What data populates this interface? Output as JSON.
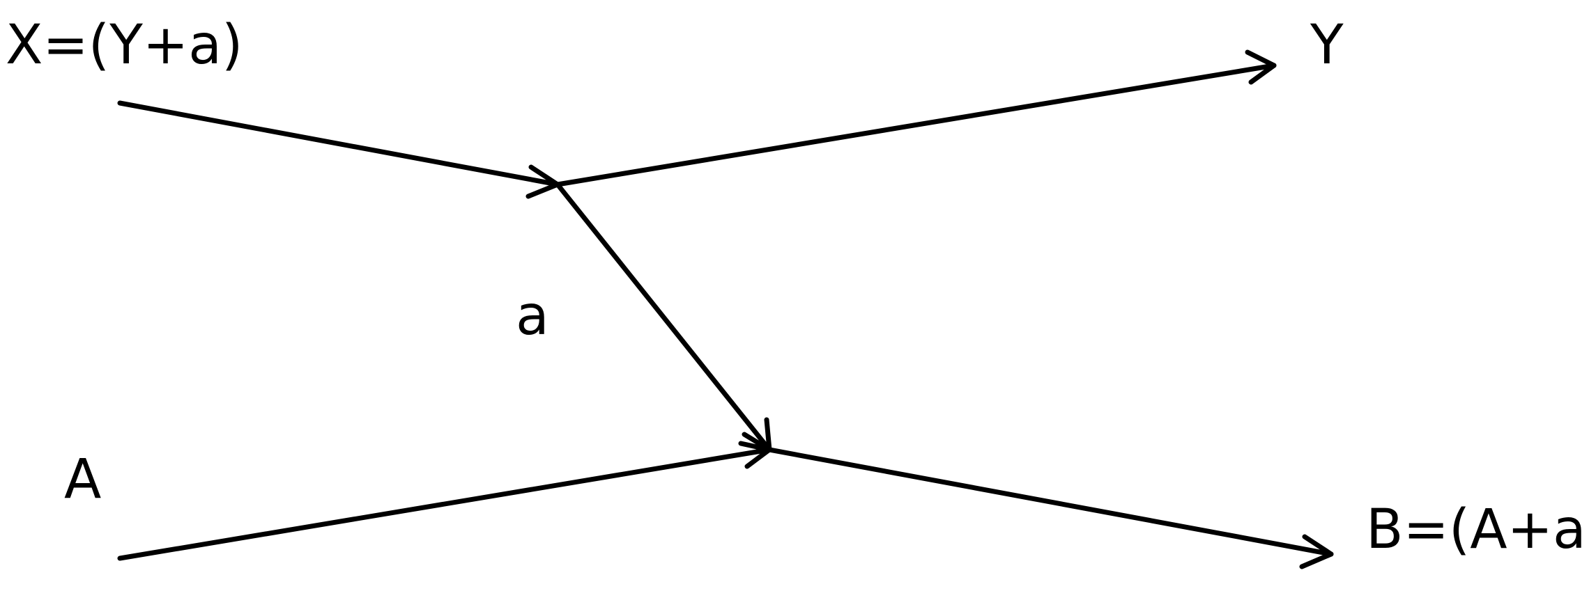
{
  "diagram": {
    "labels": {
      "x": "X=(Y+a)",
      "y": "Y",
      "a_exchange": "a",
      "a_in": "A",
      "b": "B=(A+a)"
    },
    "colors": {
      "stroke": "#000000",
      "background": "#ffffff"
    }
  }
}
